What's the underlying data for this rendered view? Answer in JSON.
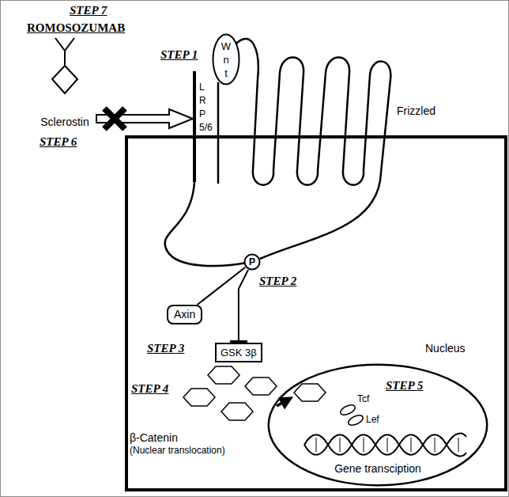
{
  "diagram": {
    "nodes": [
      {
        "text": [
          "W n t"
        ]
      },
      {
        "text": [
          "L R P 5/6"
        ]
      },
      {
        "text": [
          "Sclerostin"
        ]
      },
      {
        "text": [
          "P"
        ]
      },
      {
        "text": [
          "Axin"
        ]
      },
      {
        "text": [
          "GSK 3β"
        ]
      },
      {
        "text": [
          "Nucleus",
          "STEP 5",
          "Gene transciption"
        ]
      }
    ],
    "edges": [
      {
        "from": 2,
        "to": 1,
        "arrow": "to"
      },
      {
        "from": 3,
        "to": 4,
        "arrow": "none"
      },
      {
        "from": 3,
        "to": 5,
        "arrow": "to"
      }
    ],
    "labels": [
      "STEP 7",
      "ROMOSOZUMAB",
      "STEP 1",
      "Frizzled",
      "STEP 6",
      "STEP 2",
      "STEP 3",
      "STEP 4",
      "Tcf",
      "Lef",
      "β-Catenin",
      "(Nuclear translocation)"
    ]
  }
}
